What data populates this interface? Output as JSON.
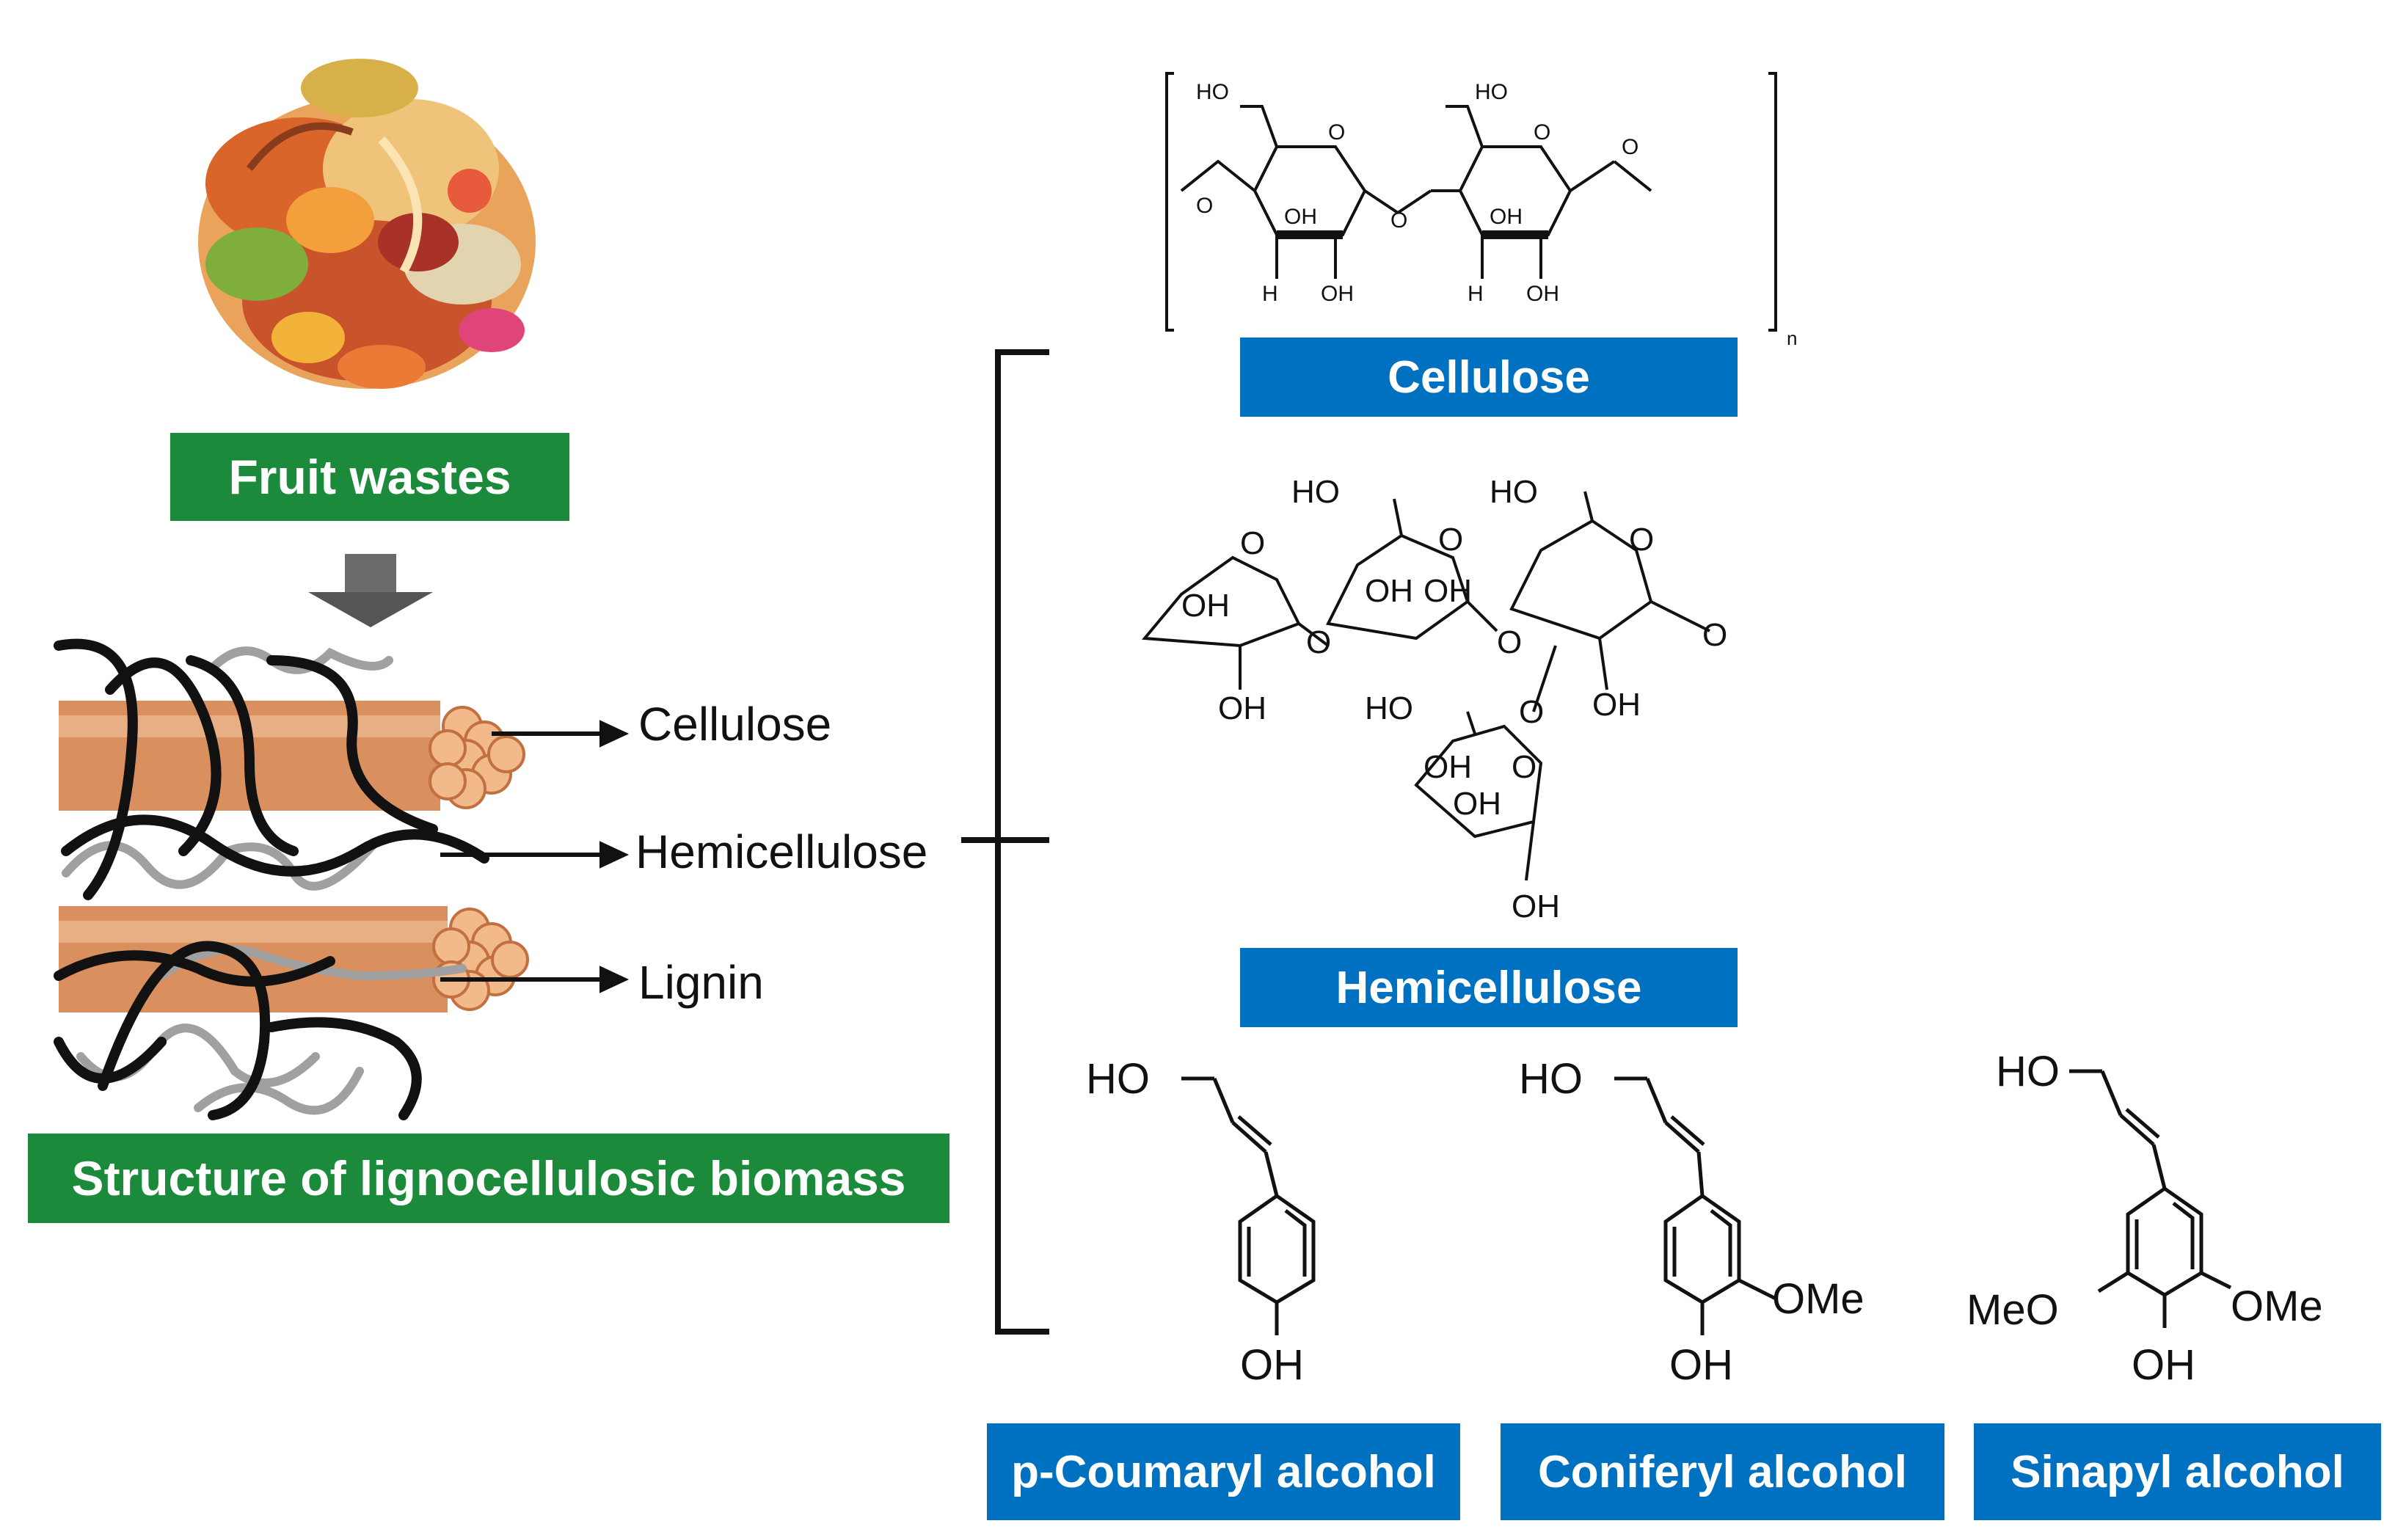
{
  "left": {
    "fruit_label": "Fruit wastes",
    "structure_label": "Structure of lignocellulosic biomass",
    "fiber_labels": [
      "Cellulose",
      "Hemicellulose",
      "Lignin"
    ]
  },
  "right": {
    "cellulose_label": "Cellulose",
    "hemicellulose_label": "Hemicellulose",
    "lignin_monomers": [
      "p-Coumaryl alcohol",
      "Coniferyl alcohol",
      "Sinapyl alcohol"
    ],
    "repeat_subscript": "n",
    "atoms": {
      "ho": "HO",
      "oh": "OH",
      "o": "O",
      "h": "H",
      "ome": "OMe",
      "meo": "MeO"
    }
  },
  "colors": {
    "green_box": "#1b8a3a",
    "blue_box": "#0070c0"
  }
}
